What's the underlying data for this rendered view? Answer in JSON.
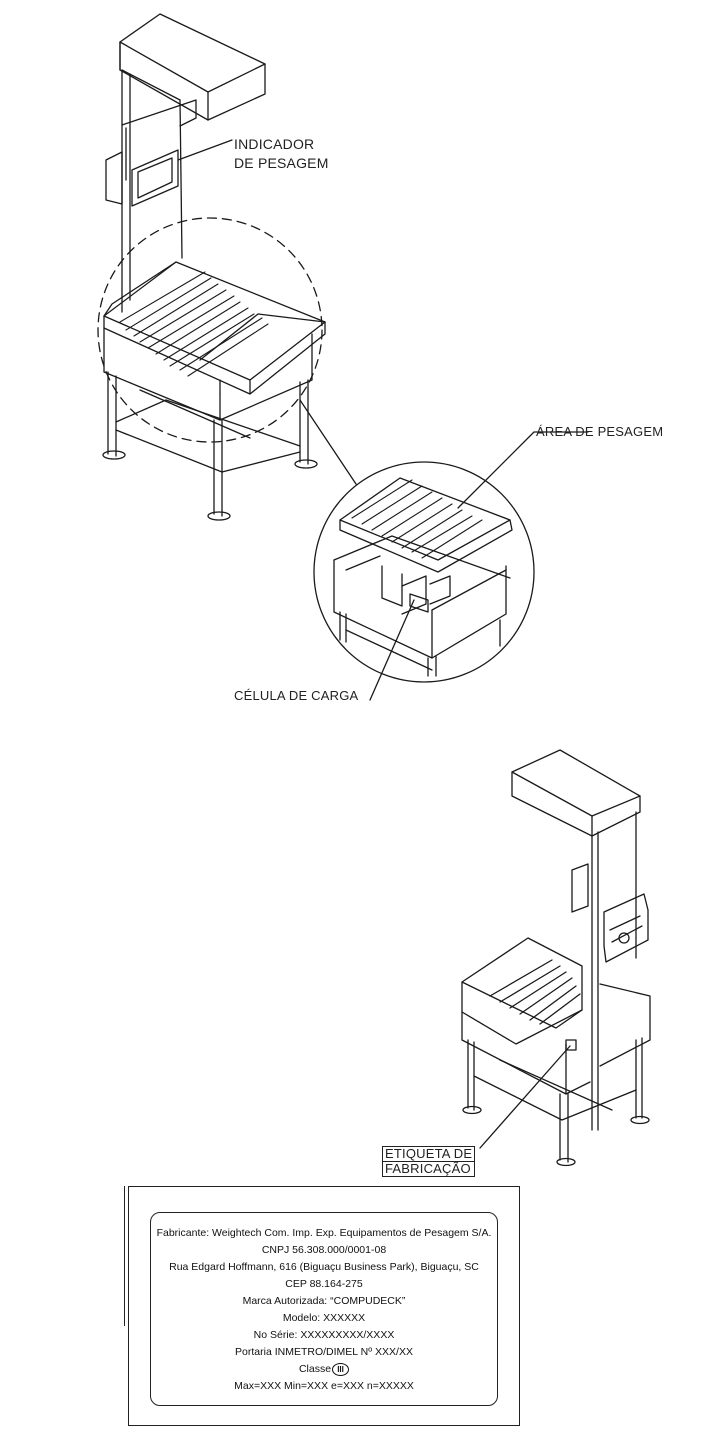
{
  "labels": {
    "indicador_line1": "INDICADOR",
    "indicador_line2": "DE PESAGEM",
    "area_pesagem": "ÁREA DE PESAGEM",
    "celula_carga": "CÉLULA DE CARGA",
    "etiqueta_line1": "ETIQUETA DE",
    "etiqueta_line2": "FABRICAÇÃO"
  },
  "nameplate": {
    "fabricante": "Fabricante: Weightech Com. Imp. Exp. Equipamentos de Pesagem S/A.",
    "cnpj": "CNPJ 56.308.000/0001-08",
    "endereco": "Rua Edgard Hoffmann, 616 (Biguaçu Business Park), Biguaçu, SC",
    "cep": "CEP 88.164-275",
    "marca": "Marca Autorizada: “COMPUDECK”",
    "modelo": "Modelo: XXXXXX",
    "serie": "No Série: XXXXXXXXX/XXXX",
    "portaria": "Portaria INMETRO/DIMEL Nº XXX/XX",
    "classe_label": "Classe",
    "classe_value": "III",
    "capacidades": "Max=XXX Min=XXX e=XXX n=XXXXX"
  }
}
